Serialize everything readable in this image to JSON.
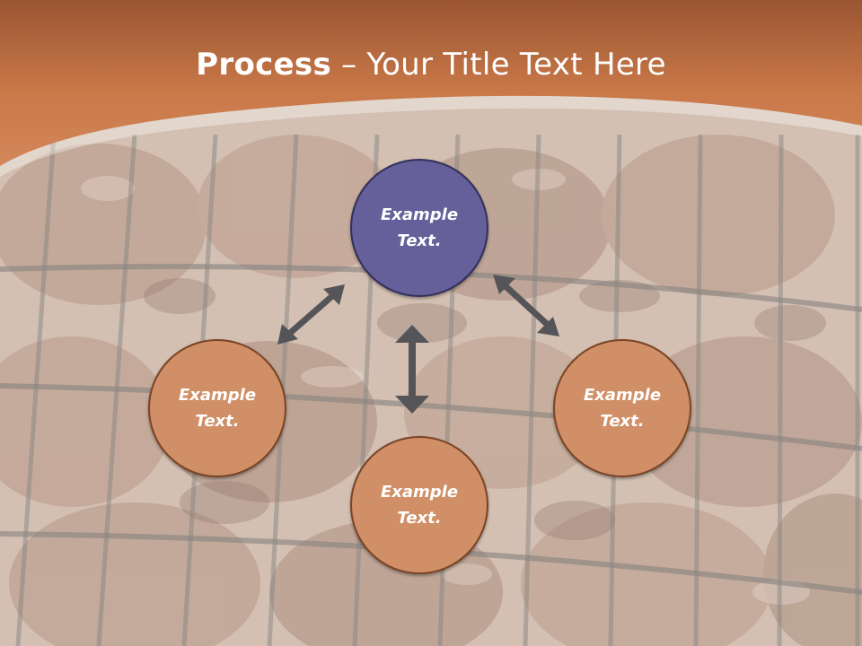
{
  "slide": {
    "title_bold": "Process",
    "title_rest": " – Your Title Text Here"
  },
  "diagram": {
    "nodes": [
      {
        "id": "top",
        "text": "Example Text."
      },
      {
        "id": "left",
        "text": "Example Text."
      },
      {
        "id": "right",
        "text": "Example Text."
      },
      {
        "id": "bottom",
        "text": "Example Text."
      }
    ],
    "connections": [
      {
        "from": "top",
        "to": "left",
        "bidirectional": true
      },
      {
        "from": "top",
        "to": "right",
        "bidirectional": true
      },
      {
        "from": "top",
        "to": "bottom",
        "bidirectional": true
      }
    ]
  },
  "colors": {
    "banner": "#c9784a",
    "primary_node": "#655f9a",
    "secondary_node": "#d08f66",
    "arrow": "#555559",
    "title_text": "#ffffff"
  }
}
